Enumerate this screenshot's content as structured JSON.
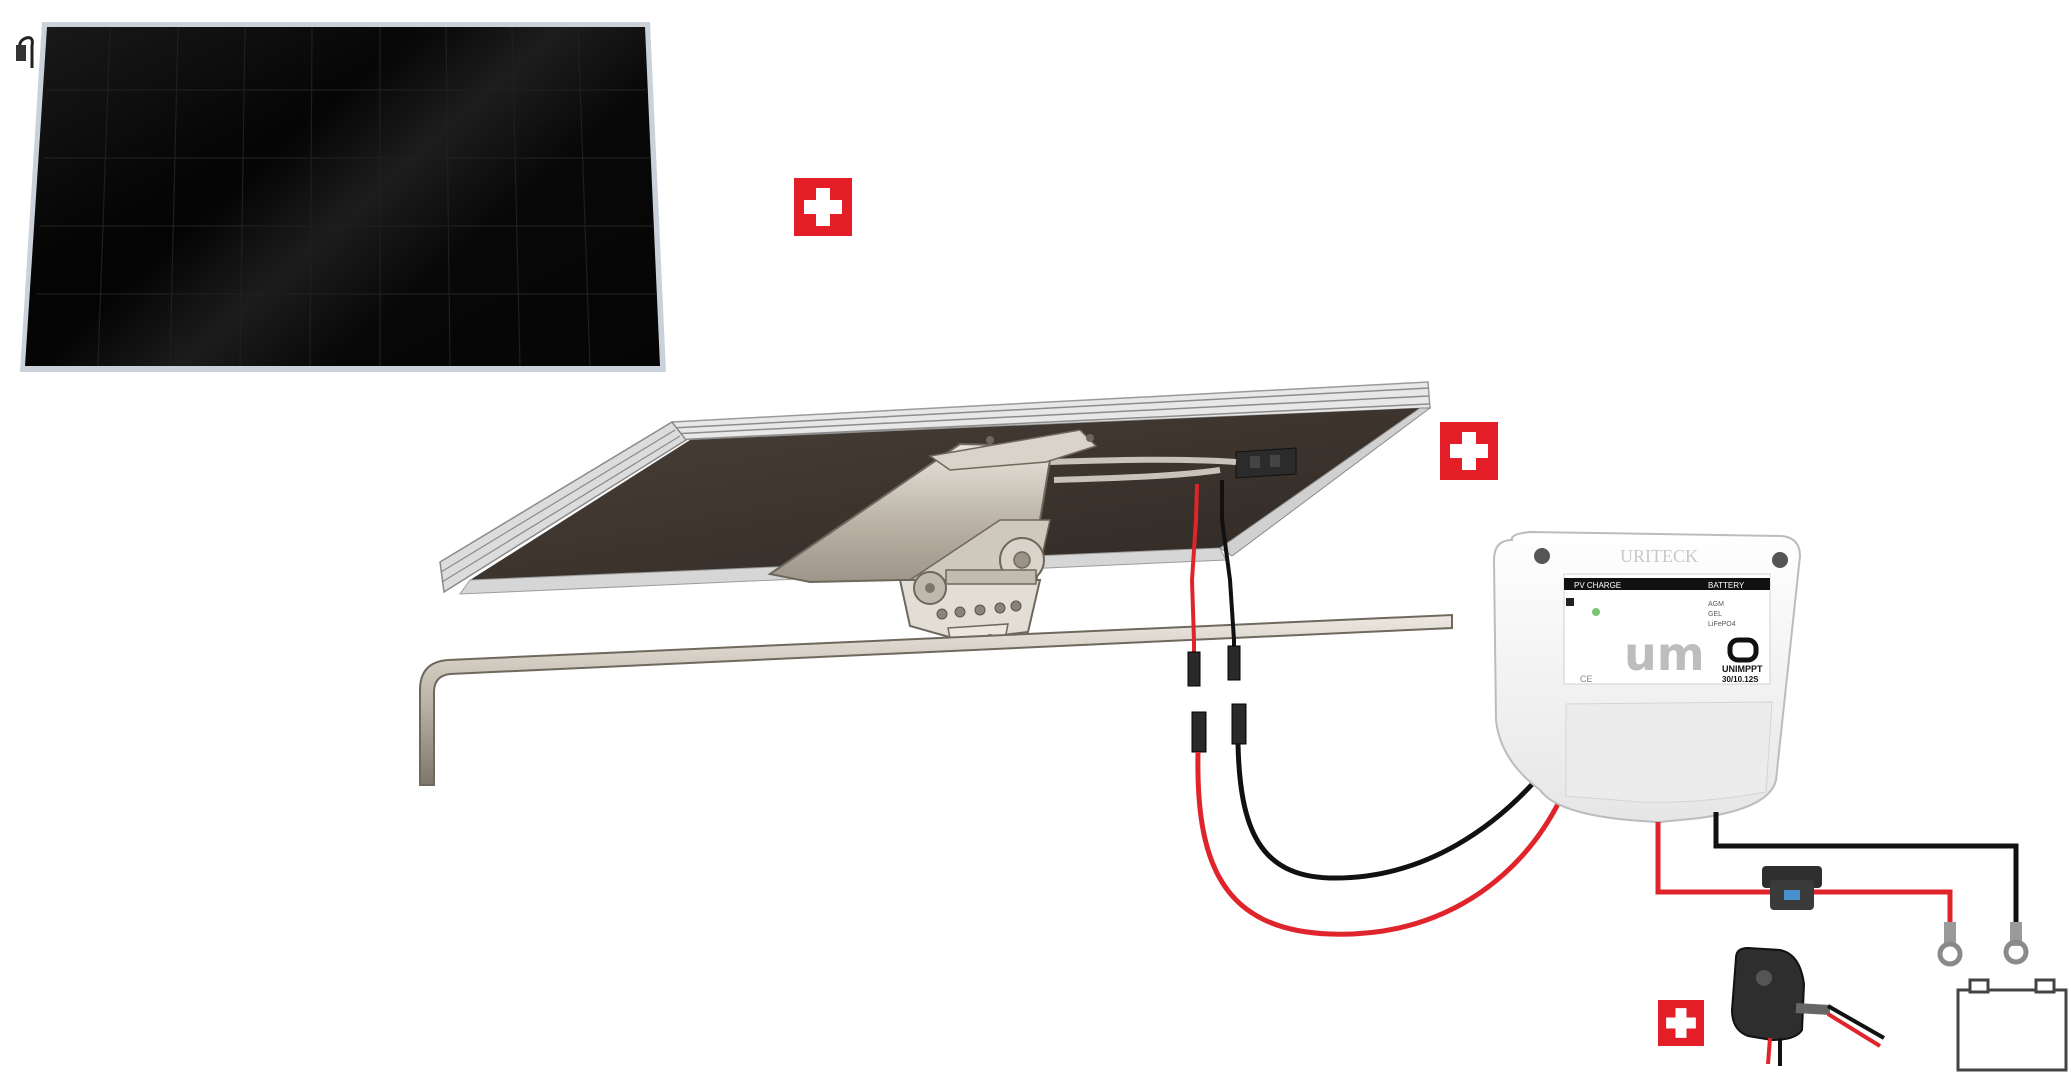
{
  "colors": {
    "accent_red": "#e41e26",
    "cable_red": "#e0242b",
    "cable_black": "#111111",
    "panel_black": "#030303",
    "controller_white": "#f4f4f4"
  },
  "controller": {
    "brand": "URITECK",
    "header_left": "PV CHARGE",
    "header_right": "BATTERY",
    "battery_modes": [
      "AGM",
      "GEL",
      "LiFePO4"
    ],
    "logo_text": "um",
    "model_line1": "UNIMPPT",
    "model_line2": "30/10.12S",
    "ce_mark": "CE"
  },
  "icons": [
    "plus-icon",
    "plus-icon",
    "plus-icon",
    "battery-icon",
    "fuse-holder-icon",
    "junction-box-icon"
  ]
}
